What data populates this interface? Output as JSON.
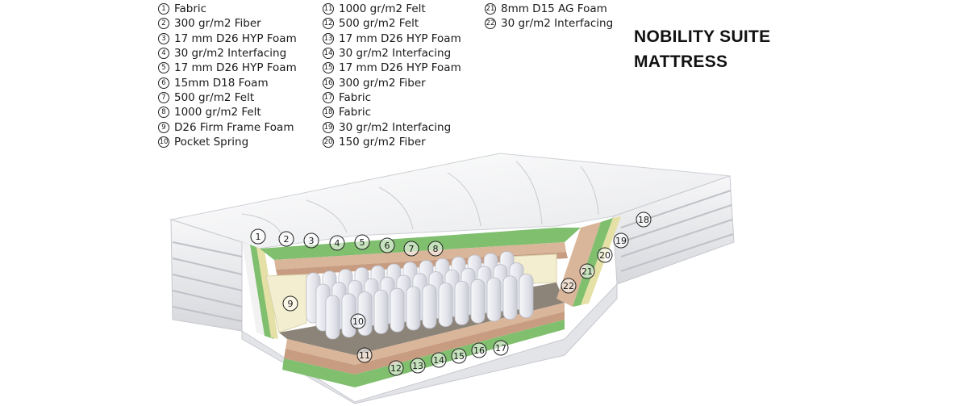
{
  "title": {
    "line1": "NOBILITY SUITE",
    "line2": "MATTRESS"
  },
  "layers": [
    {
      "num": "1",
      "label": "Fabric"
    },
    {
      "num": "2",
      "label": "300 gr/m2 Fiber"
    },
    {
      "num": "3",
      "label": "17 mm D26 HYP Foam"
    },
    {
      "num": "4",
      "label": "30 gr/m2 Interfacing"
    },
    {
      "num": "5",
      "label": "17 mm D26 HYP Foam"
    },
    {
      "num": "6",
      "label": "15mm D18 Foam"
    },
    {
      "num": "7",
      "label": "500 gr/m2 Felt"
    },
    {
      "num": "8",
      "label": "1000 gr/m2 Felt"
    },
    {
      "num": "9",
      "label": "D26 Firm Frame Foam"
    },
    {
      "num": "10",
      "label": "Pocket Spring"
    },
    {
      "num": "11",
      "label": "1000 gr/m2 Felt"
    },
    {
      "num": "12",
      "label": "500 gr/m2 Felt"
    },
    {
      "num": "13",
      "label": "17 mm D26 HYP Foam"
    },
    {
      "num": "14",
      "label": "30 gr/m2 Interfacing"
    },
    {
      "num": "15",
      "label": "17 mm D26 HYP Foam"
    },
    {
      "num": "16",
      "label": "300 gr/m2 Fiber"
    },
    {
      "num": "17",
      "label": "Fabric"
    },
    {
      "num": "18",
      "label": "Fabric"
    },
    {
      "num": "19",
      "label": "30 gr/m2 Interfacing"
    },
    {
      "num": "20",
      "label": "150 gr/m2 Fiber"
    },
    {
      "num": "21",
      "label": "8mm D15 AG Foam"
    },
    {
      "num": "22",
      "label": "30 gr/m2 Interfacing"
    }
  ],
  "colors": {
    "fabric": "#f4f4f4",
    "green_layer": "#7fbf6e",
    "foam_layer": "#d9b59a",
    "felt": "#8c8478",
    "frame_foam": "#f3eecf",
    "spring": "#e9e9ee"
  }
}
